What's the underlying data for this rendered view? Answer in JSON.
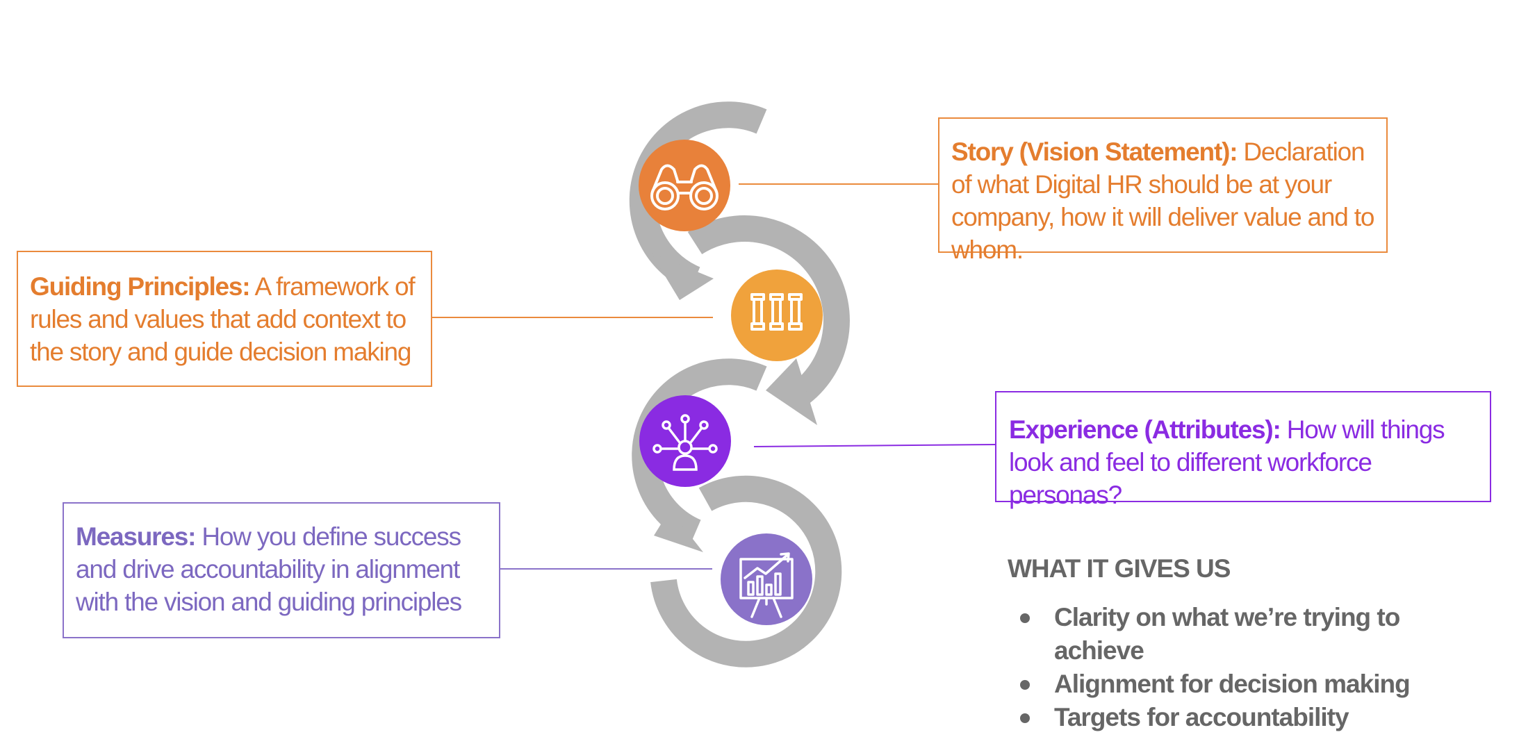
{
  "colors": {
    "arrow_gray": "#b3b3b3",
    "orange_dark": "#e8813a",
    "orange_light": "#f0a23c",
    "purple_vivid": "#8a2be2",
    "purple_muted": "#8a72c9",
    "text_gray": "#666666"
  },
  "steps": [
    {
      "icon": "binoculars-icon",
      "title": "Story (Vision Statement):",
      "text": " Declaration of what Digital HR should be at your company, how it will deliver value and to whom."
    },
    {
      "icon": "pillars-icon",
      "title": "Guiding Principles:",
      "text": " A framework of rules and values that add context to the story and guide decision making"
    },
    {
      "icon": "network-person-icon",
      "title": "Experience (Attributes):",
      "text": " How will things look and feel to different workforce personas?"
    },
    {
      "icon": "chart-easel-icon",
      "title": "Measures:",
      "text": " How you define success and drive accountability in alignment with the vision and guiding principles"
    }
  ],
  "gives": {
    "title": "WHAT IT GIVES US",
    "items": [
      "Clarity on what we’re trying to achieve",
      "Alignment for decision making",
      "Targets for accountability"
    ]
  }
}
